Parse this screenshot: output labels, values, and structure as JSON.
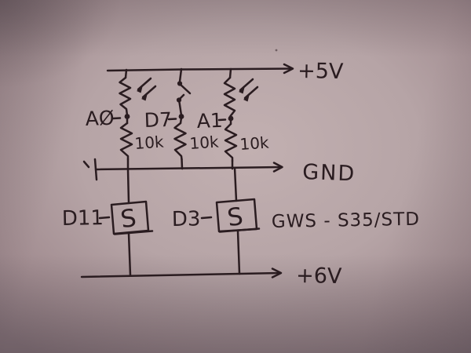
{
  "colors": {
    "ink": "#2a1c20",
    "paper": "#b6a4a6"
  },
  "rails": {
    "top": {
      "label": "+5V"
    },
    "gnd": {
      "label": "GND"
    },
    "bottom": {
      "label": "+6V"
    }
  },
  "branches": [
    {
      "pin": "AØ",
      "component": "photoresistor",
      "resistor": "10k"
    },
    {
      "pin": "D7",
      "component": "switch",
      "resistor": "10k"
    },
    {
      "pin": "A1",
      "component": "photoresistor",
      "resistor": "10k"
    }
  ],
  "servos": [
    {
      "pin": "D11",
      "symbol": "S"
    },
    {
      "pin": "D3",
      "symbol": "S"
    }
  ],
  "servo_model": "GWS - S35/STD"
}
